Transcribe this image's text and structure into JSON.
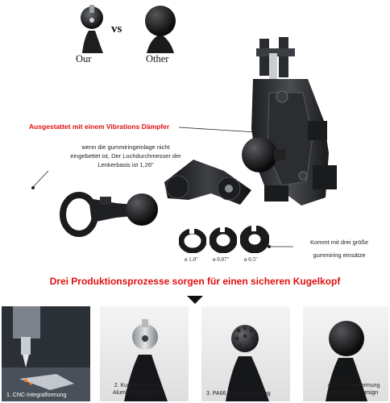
{
  "compare": {
    "ours_label": "Our",
    "vs_label": "vs",
    "other_label": "Other"
  },
  "callouts": {
    "damper_title": "Ausgestattet mit einem Vibrations Dämpfer",
    "rubber_note_l1": "wenn die gummiringeinlage nicht",
    "rubber_note_l2": "eingebettet ist, Der Lochdurchmesser der",
    "rubber_note_l3": "Lenkerbasis ist 1,26\"",
    "rings_note_l1": "Kommt mit drei größe",
    "rings_note_l2": "gummiring einsätze"
  },
  "rings": [
    {
      "label": "ø 1.0\""
    },
    {
      "label": "ø 0.87\""
    },
    {
      "label": "ø 0.5\""
    }
  ],
  "section": {
    "title": "Drei Produktionsprozesse sorgen für einen sicheren Kugelkopf"
  },
  "steps": [
    {
      "caption": "1. CNC-Integralformung"
    },
    {
      "caption_l1": "2. Kugelkern aus",
      "caption_l2": "Aluminiumlegierung"
    },
    {
      "caption": "3. PA66 für Milde Molding"
    },
    {
      "caption_l1": "4. TPU-Überformung",
      "caption_l2": "Anti-Rutsch-Design"
    }
  ],
  "colors": {
    "accent_red": "#e01010",
    "metal_dark": "#2a2b2e"
  }
}
